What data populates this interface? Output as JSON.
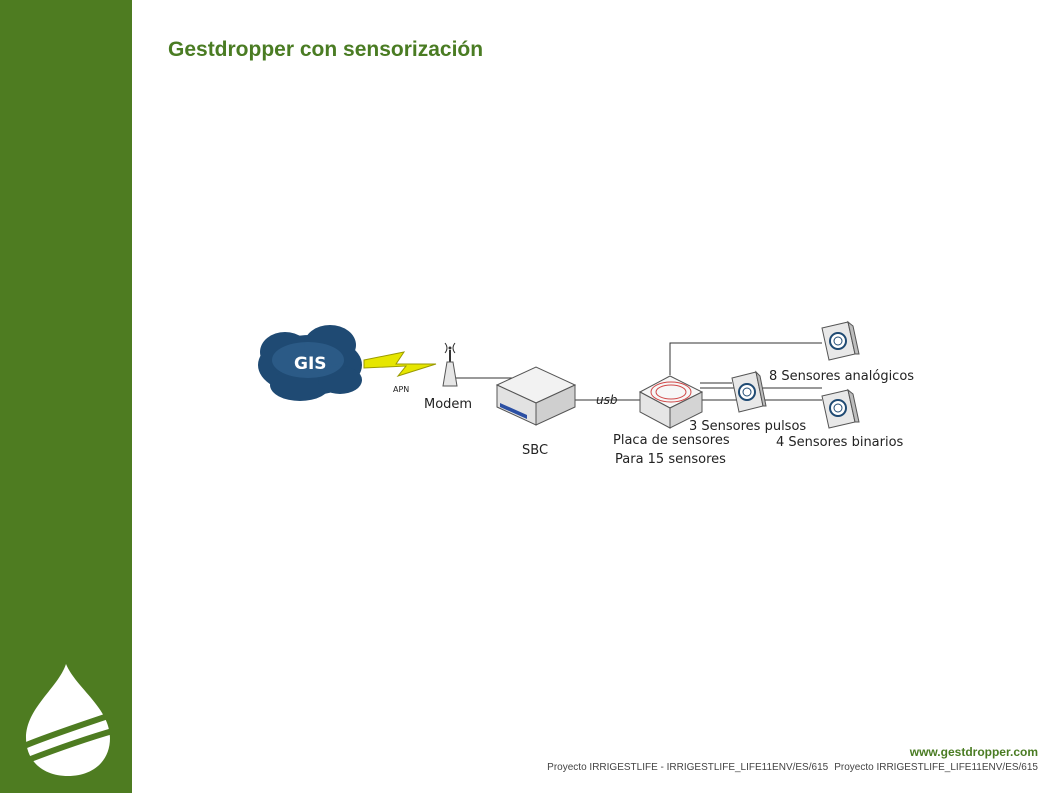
{
  "slide": {
    "title": "Gestdropper con sensorización",
    "website": "www.gestdropper.com",
    "footer_text_a": "Proyecto IRRIGESTLIFE - IRRIGESTLIFE_LIFE11ENV/ES/615",
    "footer_text_b": "Proyecto IRRIGESTLIFE_LIFE11ENV/ES/615"
  },
  "diagram": {
    "gis_label": "GIS",
    "apn_label": "APN",
    "modem_label": "Modem",
    "sbc_label": "SBC",
    "usb_label": "usb",
    "board_label_line1": "Placa de sensores",
    "board_label_line2": "Para 15 sensores",
    "analog_label": "8 Sensores analógicos",
    "pulse_label": "3 Sensores pulsos",
    "binary_label": "4 Sensores binarios"
  },
  "colors": {
    "sidebar": "#4e7c21",
    "title": "#4a7c23",
    "cloud": "#1f4a73",
    "lightning": "#e6e600"
  },
  "icons": {
    "logo": "water-drop-logo",
    "cloud": "cloud-icon",
    "lightning": "lightning-bolt-icon",
    "antenna": "antenna-icon",
    "sbc": "server-box-icon",
    "board": "sensor-board-icon",
    "sensor": "sensor-device-icon"
  }
}
